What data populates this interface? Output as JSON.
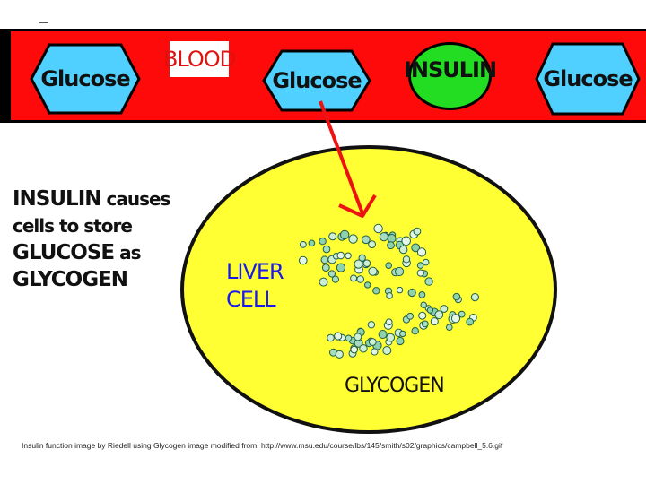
{
  "band": {
    "blood_label": "BLOOD",
    "glucose_1": "Glucose",
    "glucose_2": "Glucose",
    "glucose_3": "Glucose",
    "insulin": "INSULIN"
  },
  "side_text": {
    "line1_a": "INSULIN",
    "line1_b": " causes",
    "line2": "cells to store",
    "line3_a": "GLUCOSE",
    "line3_b": " as",
    "line4": "GLYCOGEN"
  },
  "cell": {
    "liver_line1": "LIVER",
    "liver_line2": "CELL",
    "glycogen_label": "GLYCOGEN"
  },
  "caption": "Insulin function image by Riedell using Glycogen image modified from: http://www.msu.edu/course/lbs/145/smith/s02/graphics/campbell_5.6.gif",
  "colors": {
    "band": "#ff0a0a",
    "hexagon": "#4fd0ff",
    "insulin": "#22dd22",
    "cell": "#ffff33",
    "arrow": "#ee1111",
    "liver_text": "#1a1aee"
  }
}
